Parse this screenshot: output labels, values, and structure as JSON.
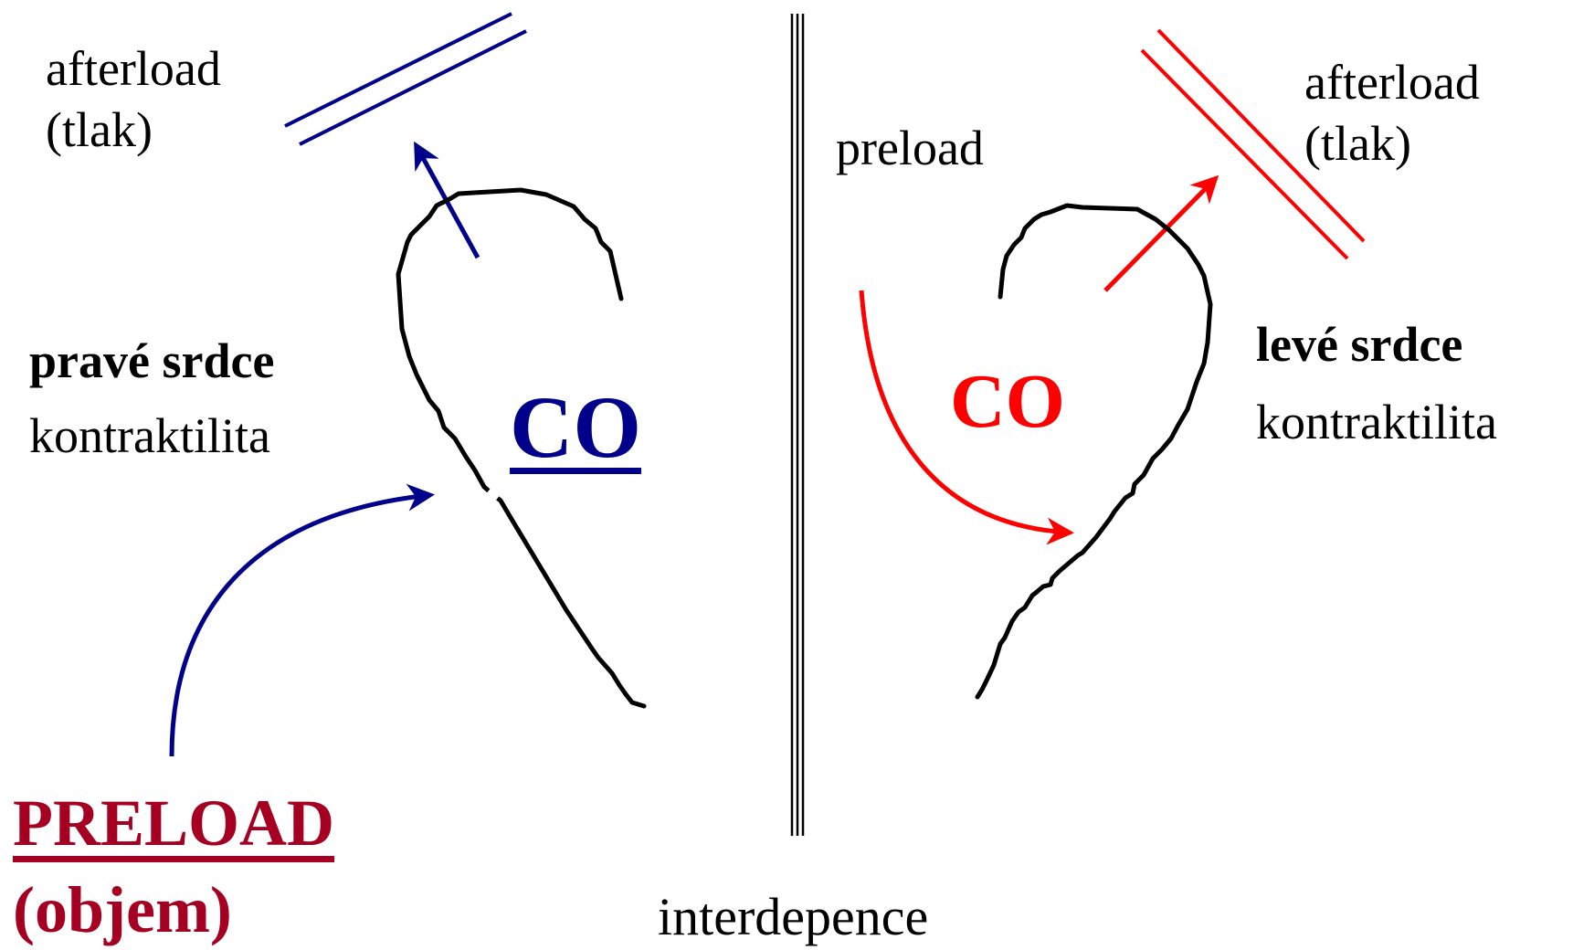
{
  "left": {
    "afterload_line1": "afterload",
    "afterload_line2": "(tlak)",
    "heart_title": "pravé srdce",
    "heart_subtitle": "kontraktilita",
    "co_label": "CO",
    "preload_line1": "PRELOAD",
    "preload_line2": "(objem)"
  },
  "right": {
    "preload_label": "preload",
    "afterload_line1": "afterload",
    "afterload_line2": "(tlak)",
    "heart_title": "levé srdce",
    "heart_subtitle": "kontraktilita",
    "co_label": "CO"
  },
  "bottom_label": "interdepence",
  "colors": {
    "left_accent": "#00008b",
    "right_accent": "#ff0000",
    "preload_emphasis": "#a50021",
    "outline": "#000000"
  }
}
